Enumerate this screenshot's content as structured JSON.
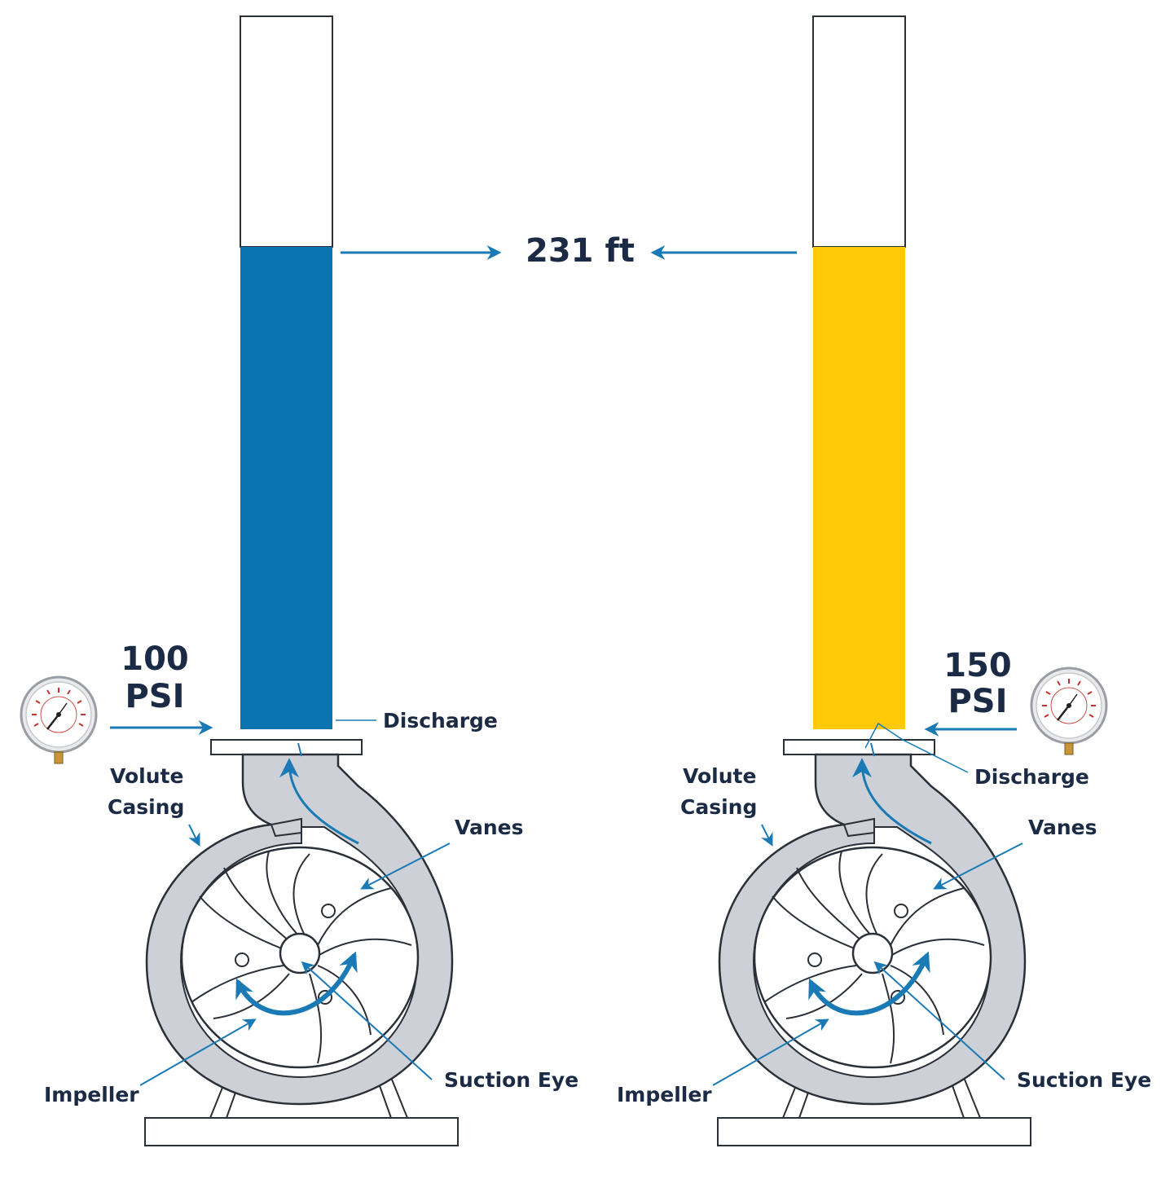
{
  "head_label": "231 ft",
  "colors": {
    "accent_arrow": "#1a7ab5",
    "left_fluid": "#0a74b0",
    "right_fluid": "#ffc907",
    "casing_fill": "#cdd0d6",
    "outline": "#2a2f38",
    "text": "#1c2b45"
  },
  "left_pump": {
    "pressure_value": "100",
    "pressure_unit": "PSI",
    "labels": {
      "discharge": "Discharge",
      "volute_line1": "Volute",
      "volute_line2": "Casing",
      "vanes": "Vanes",
      "impeller": "Impeller",
      "suction_eye": "Suction Eye"
    }
  },
  "right_pump": {
    "pressure_value": "150",
    "pressure_unit": "PSI",
    "labels": {
      "discharge": "Discharge",
      "volute_line1": "Volute",
      "volute_line2": "Casing",
      "vanes": "Vanes",
      "impeller": "Impeller",
      "suction_eye": "Suction Eye"
    }
  },
  "icons": [
    "pressure-gauge-icon",
    "arrow-right-icon",
    "arrow-left-icon"
  ]
}
